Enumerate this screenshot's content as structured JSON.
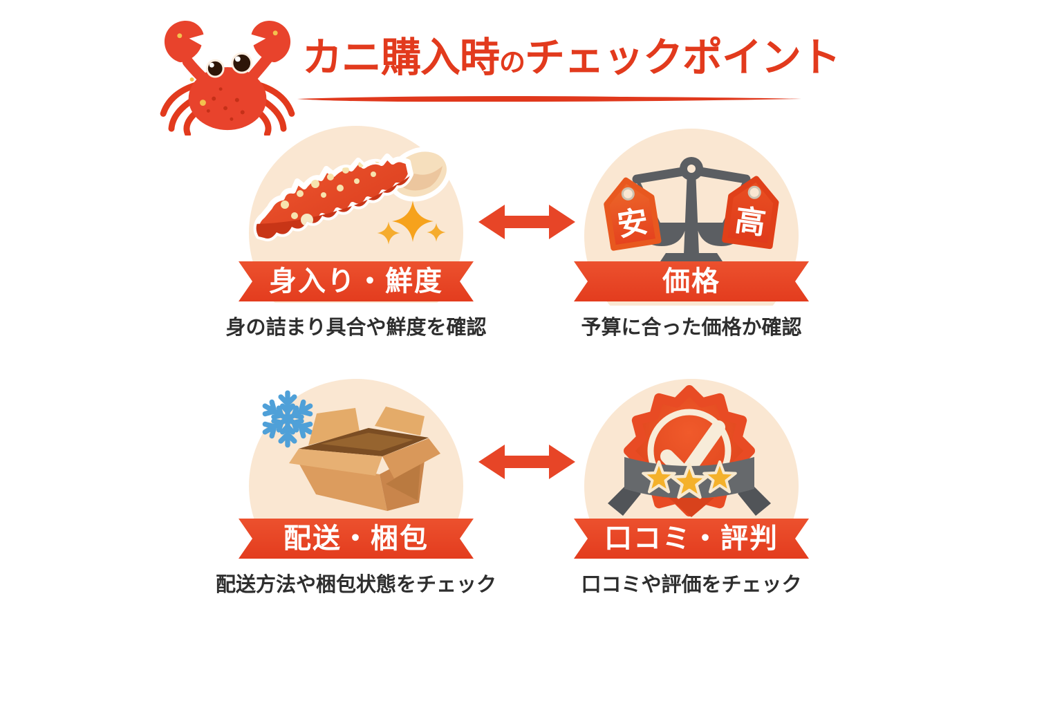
{
  "header": {
    "title_main": "カニ購入時",
    "title_particle": "の",
    "title_rest": "チェックポイント"
  },
  "cards": [
    {
      "id": "meat-freshness",
      "banner": "身入り・鮮度",
      "caption": "身の詰まり具合や鮮度を確認",
      "icon": "crab-leg-icon"
    },
    {
      "id": "price",
      "banner": "価格",
      "caption": "予算に合った価格か確認",
      "icon": "balance-scale-icon",
      "tag_left": "安",
      "tag_right": "高"
    },
    {
      "id": "shipping-packing",
      "banner": "配送・梱包",
      "caption": "配送方法や梱包状態をチェック",
      "icon": "shipping-box-icon"
    },
    {
      "id": "reviews",
      "banner": "口コミ・評判",
      "caption": "口コミや評価をチェック",
      "icon": "award-badge-icon"
    }
  ],
  "icons": {
    "header_left": "crab-icon",
    "connector": "double-arrow-icon",
    "card_accents": [
      "sparkles-icon",
      "price-tag-icons",
      "snowflake-icon",
      "star-icons",
      "checkmark-icon"
    ]
  },
  "colors": {
    "accent_red": "#E23A1D",
    "banner_red": "#E8432A",
    "circle_bg": "#FAE7D2",
    "caption_text": "#2E2E2E",
    "arrow_red": "#E74527",
    "snowflake_blue": "#4FA0D8",
    "star_gold": "#F4B12B",
    "scale_gray": "#5B5E62",
    "ribbon_gray": "#66696C",
    "box_tan": "#DC9C5E",
    "sparkle_orange": "#F6A21C",
    "cream": "#F8ECD8"
  }
}
